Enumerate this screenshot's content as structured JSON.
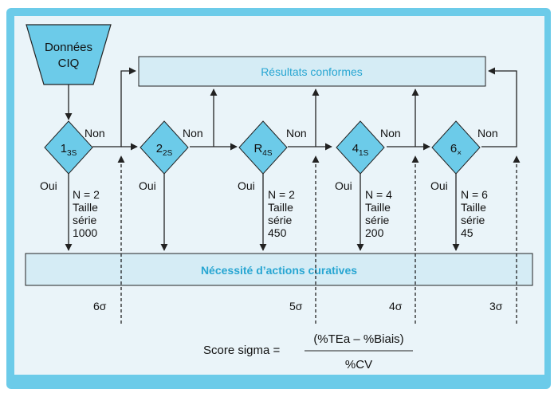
{
  "colors": {
    "panel": "#eaf4f9",
    "accent": "#6ccbe9",
    "box_fill": "#d5ecf5",
    "box_text": "#28a6d2",
    "border": "#222222"
  },
  "source": {
    "line1": "Données",
    "line2": "CIQ"
  },
  "results_box": {
    "label": "Résultats conformes"
  },
  "actions_box": {
    "label": "Nécessité d’actions curatives"
  },
  "rules": [
    {
      "main": "1",
      "sub": "3S"
    },
    {
      "main": "2",
      "sub": "2S"
    },
    {
      "main": "R",
      "sub": "4S"
    },
    {
      "main": "4",
      "sub": "1S"
    },
    {
      "main": "6",
      "sub": "×"
    }
  ],
  "edge_labels": {
    "no": "Non",
    "yes": "Oui"
  },
  "rule_details": [
    {
      "n": "N = 2",
      "l2": "Taille",
      "l3": "série",
      "size": "1000"
    },
    {
      "n": "N = 2",
      "l2": "Taille",
      "l3": "série",
      "size": "450"
    },
    {
      "n": "N = 4",
      "l2": "Taille",
      "l3": "série",
      "size": "200"
    },
    {
      "n": "N = 6",
      "l2": "Taille",
      "l3": "série",
      "size": "45"
    }
  ],
  "sigma_labels": [
    "6σ",
    "5σ",
    "4σ",
    "3σ"
  ],
  "formula": {
    "lhs": "Score sigma =",
    "numerator": "(%TEa – %Biais)",
    "denominator": "%CV"
  }
}
